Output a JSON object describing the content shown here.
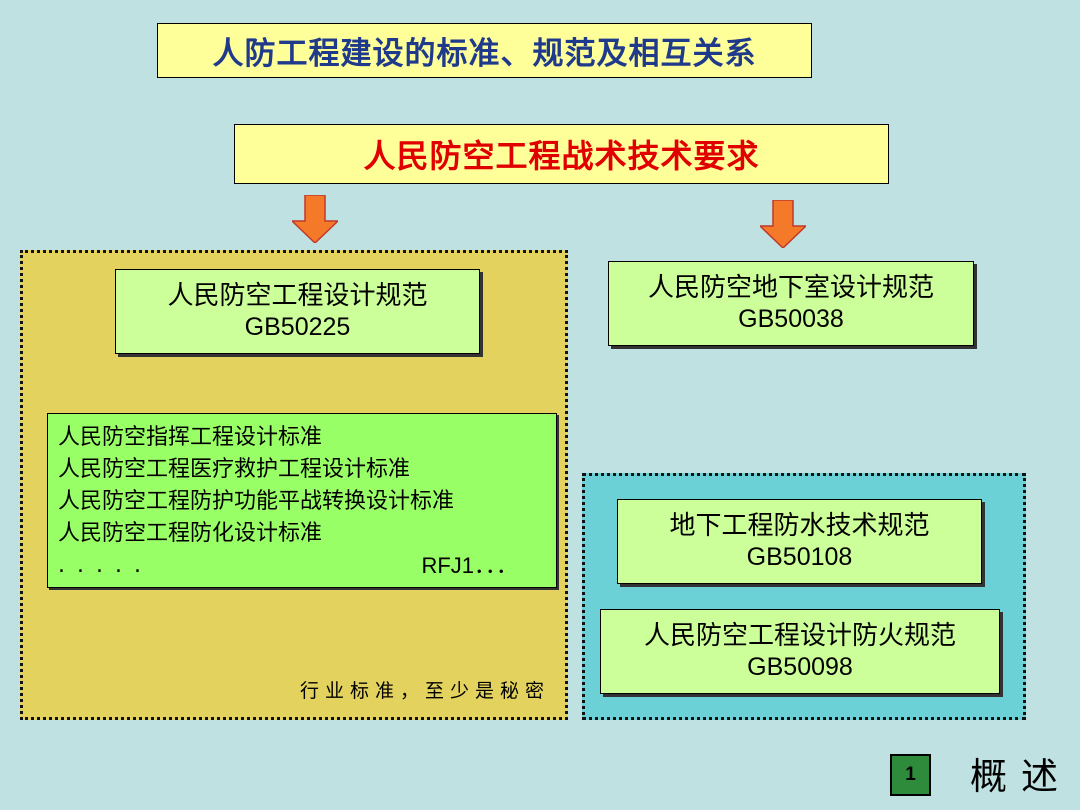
{
  "title": "人防工程建设的标准、规范及相互关系",
  "requirement": "人民防空工程战术技术要求",
  "left_panel": {
    "main_spec": {
      "name": "人民防空工程设计规范",
      "code": "GB50225"
    },
    "list": [
      "人民防空指挥工程设计标准",
      "人民防空工程医疗救护工程设计标准",
      "人民防空工程防护功能平战转换设计标准",
      "人民防空工程防化设计标准"
    ],
    "list_ellipsis": ".....",
    "list_code": "RFJ1．．．",
    "note": "行业标准，至少是秘密"
  },
  "right_spec": {
    "name": "人民防空地下室设计规范",
    "code": "GB50038"
  },
  "right_panel": {
    "specs": [
      {
        "name": "地下工程防水技术规范",
        "code": "GB50108"
      },
      {
        "name": "人民防空工程设计防火规范",
        "code": "GB50098"
      }
    ]
  },
  "footer": {
    "page_number": "1",
    "section": "概述"
  },
  "colors": {
    "background": "#bfe1e1",
    "title_text": "#1f3a8a",
    "requirement_text": "#e00000",
    "arrow": "#f47a2a"
  }
}
